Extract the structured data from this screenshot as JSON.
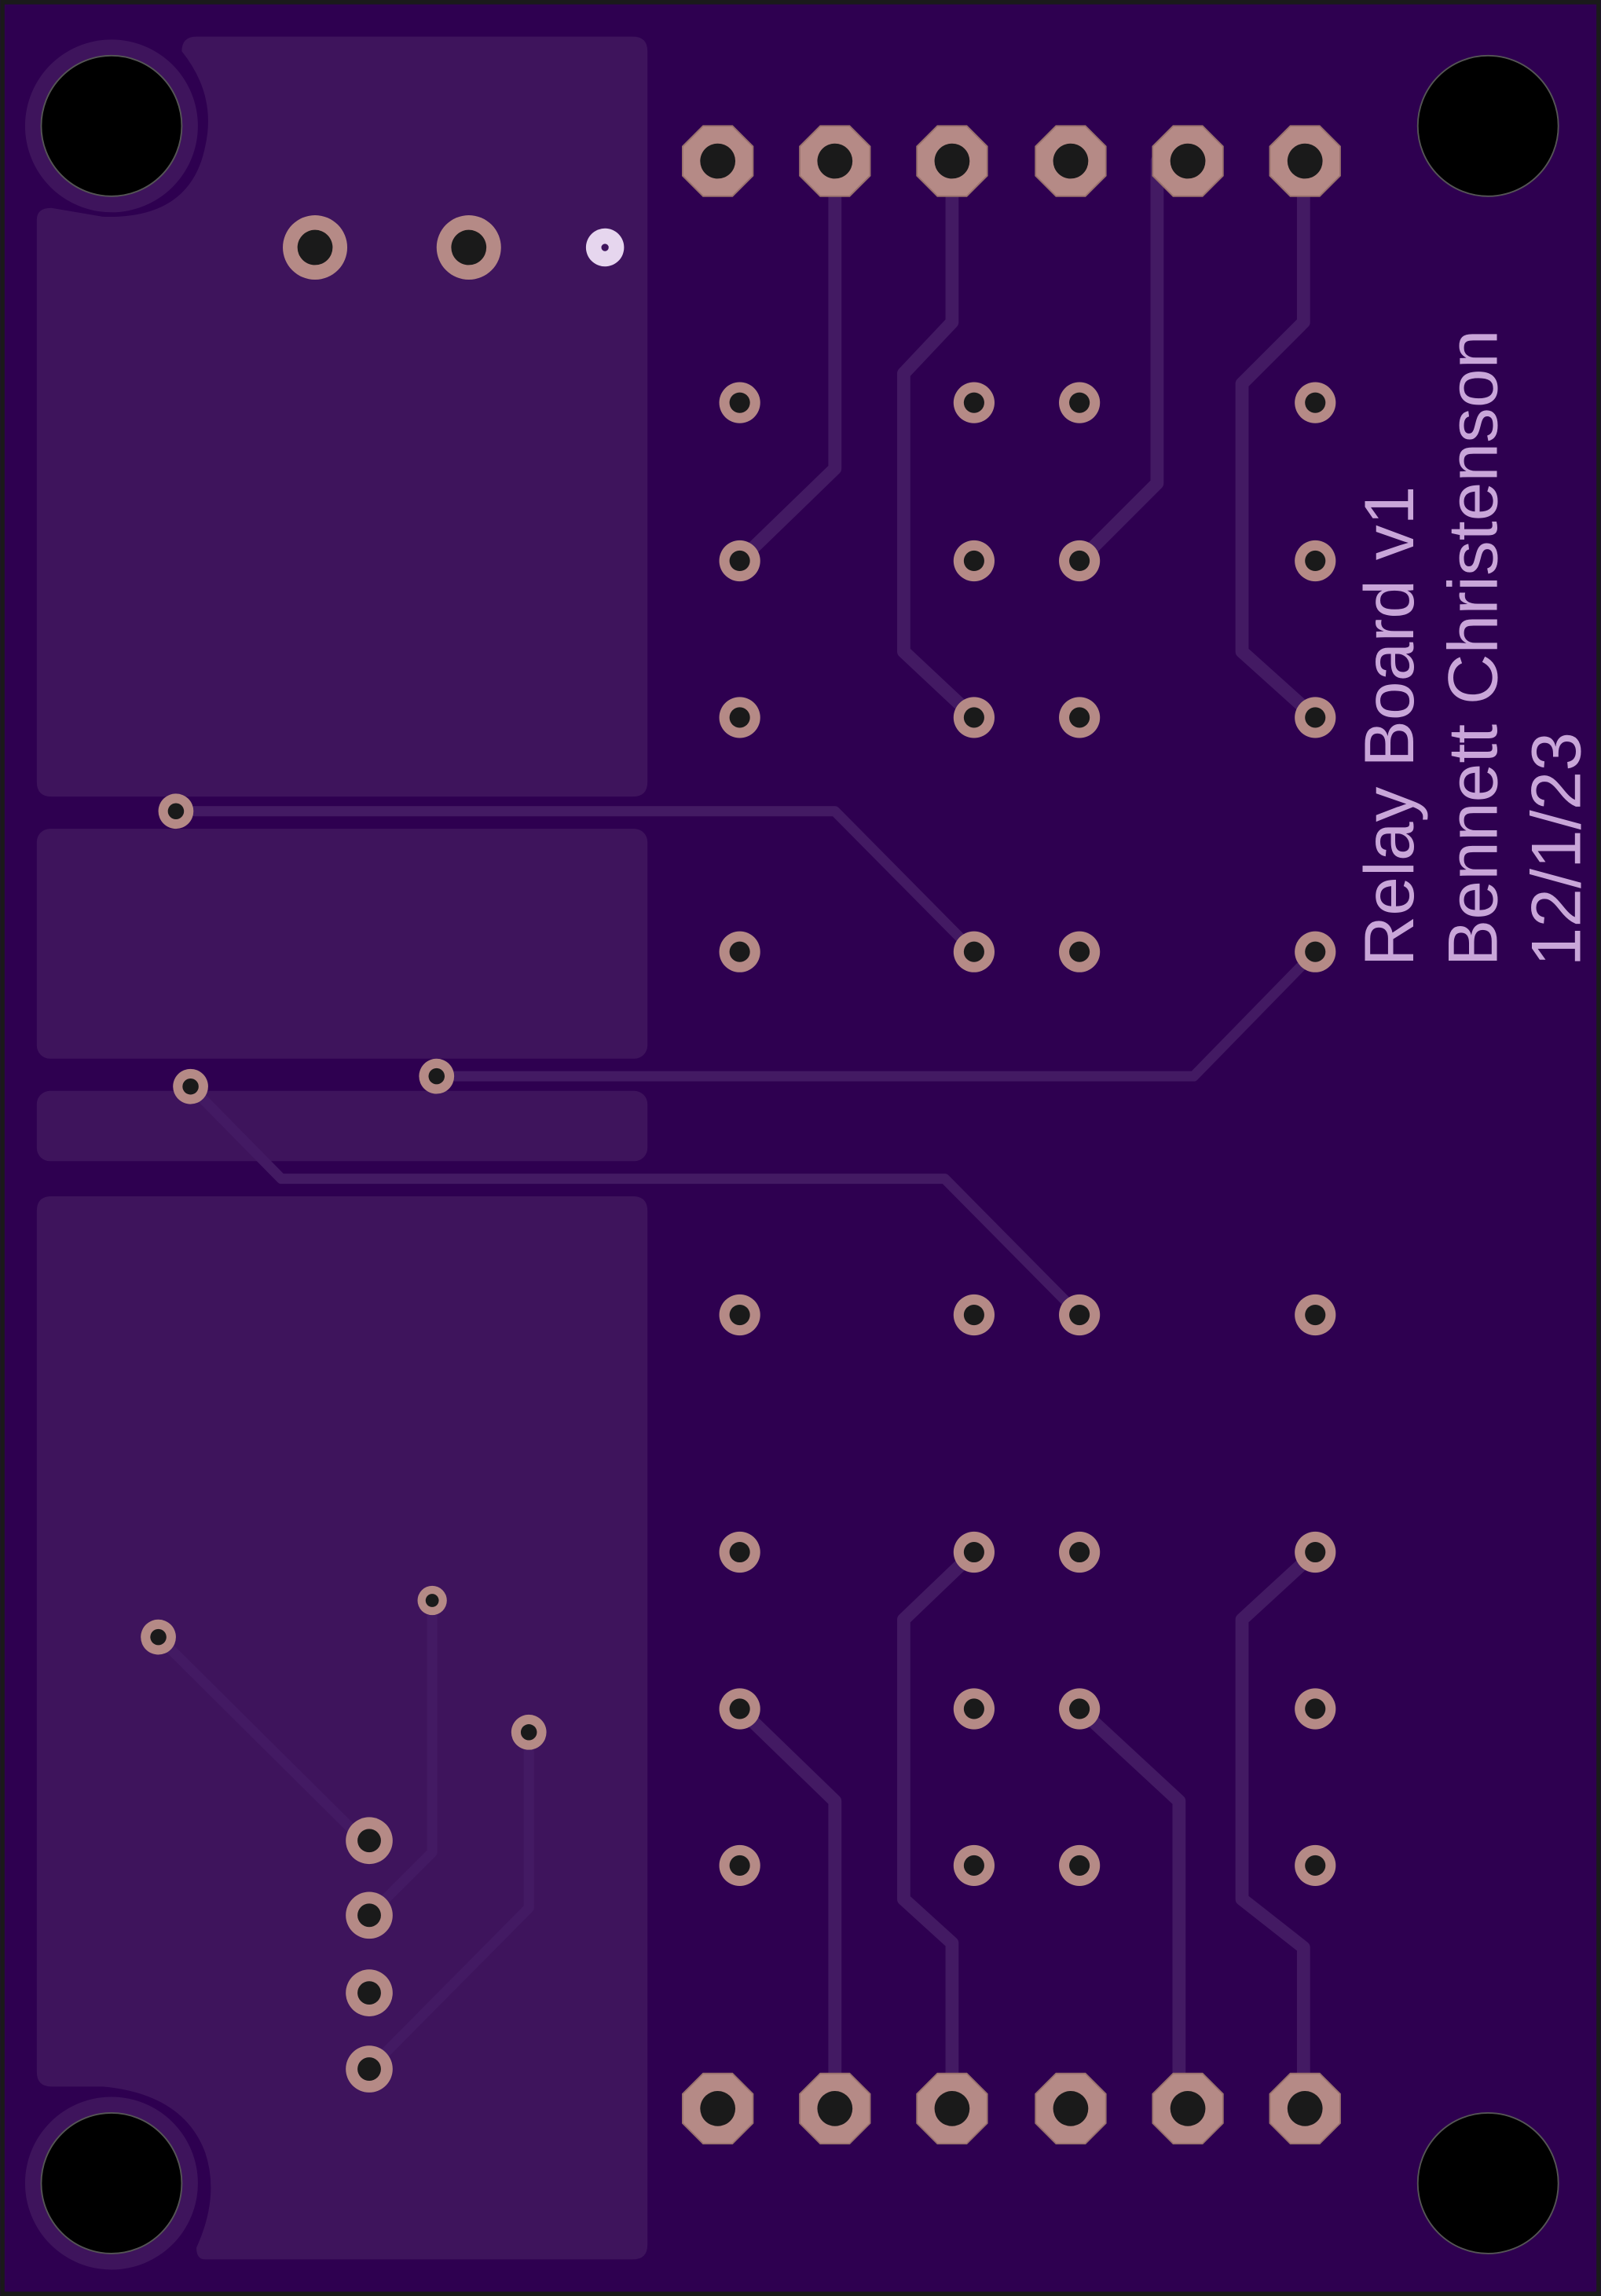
{
  "board": {
    "silkscreen": {
      "line1": "Relay Board v1",
      "line2": "Bennett Christenson",
      "line3": "12/1/23"
    },
    "colors": {
      "board": "#2e0050",
      "copper_pour": "#3e145c",
      "trace": "#431a63",
      "pad_copper": "#b58a86",
      "hole": "#1a1a1a",
      "silkscreen": "#c9a6d9",
      "outline": "#1a1a1a"
    }
  }
}
